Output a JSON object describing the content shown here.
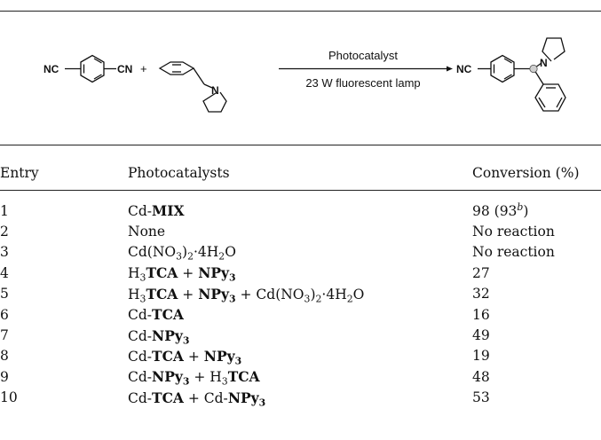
{
  "scheme": {
    "reactant1_left": "NC",
    "reactant1_right": "CN",
    "plus": "+",
    "reactant2_atom": "N",
    "arrow_top": "Photocatalyst",
    "arrow_bottom": "23 W fluorescent lamp",
    "product_left": "NC",
    "product_atom": "N"
  },
  "table": {
    "headers": [
      "Entry",
      "Photocatalysts",
      "Conversion (%)"
    ],
    "rows": [
      {
        "entry": "1",
        "catalyst": "Cd-<b>MIX</b>",
        "conversion": "98 (93<sup><i>b</i></sup>)"
      },
      {
        "entry": "2",
        "catalyst": "None",
        "conversion": "No reaction"
      },
      {
        "entry": "3",
        "catalyst": "Cd(NO<sub>3</sub>)<sub>2</sub>·4H<sub>2</sub>O",
        "conversion": "No reaction"
      },
      {
        "entry": "4",
        "catalyst": "H<sub>3</sub><b>TCA</b> + <b>NPy<sub>3</sub></b>",
        "conversion": "27"
      },
      {
        "entry": "5",
        "catalyst": "H<sub>3</sub><b>TCA</b> + <b>NPy<sub>3</sub></b> + Cd(NO<sub>3</sub>)<sub>2</sub>·4H<sub>2</sub>O",
        "conversion": "32"
      },
      {
        "entry": "6",
        "catalyst": "Cd-<b>TCA</b>",
        "conversion": "16"
      },
      {
        "entry": "7",
        "catalyst": "Cd-<b>NPy<sub>3</sub></b>",
        "conversion": "49"
      },
      {
        "entry": "8",
        "catalyst": "Cd-<b>TCA</b> + <b>NPy<sub>3</sub></b>",
        "conversion": "19"
      },
      {
        "entry": "9",
        "catalyst": "Cd-<b>NPy<sub>3</sub></b> + H<sub>3</sub><b>TCA</b>",
        "conversion": "48"
      },
      {
        "entry": "10",
        "catalyst": "Cd-<b>TCA</b> + Cd-<b>NPy<sub>3</sub></b>",
        "conversion": "53"
      }
    ]
  }
}
